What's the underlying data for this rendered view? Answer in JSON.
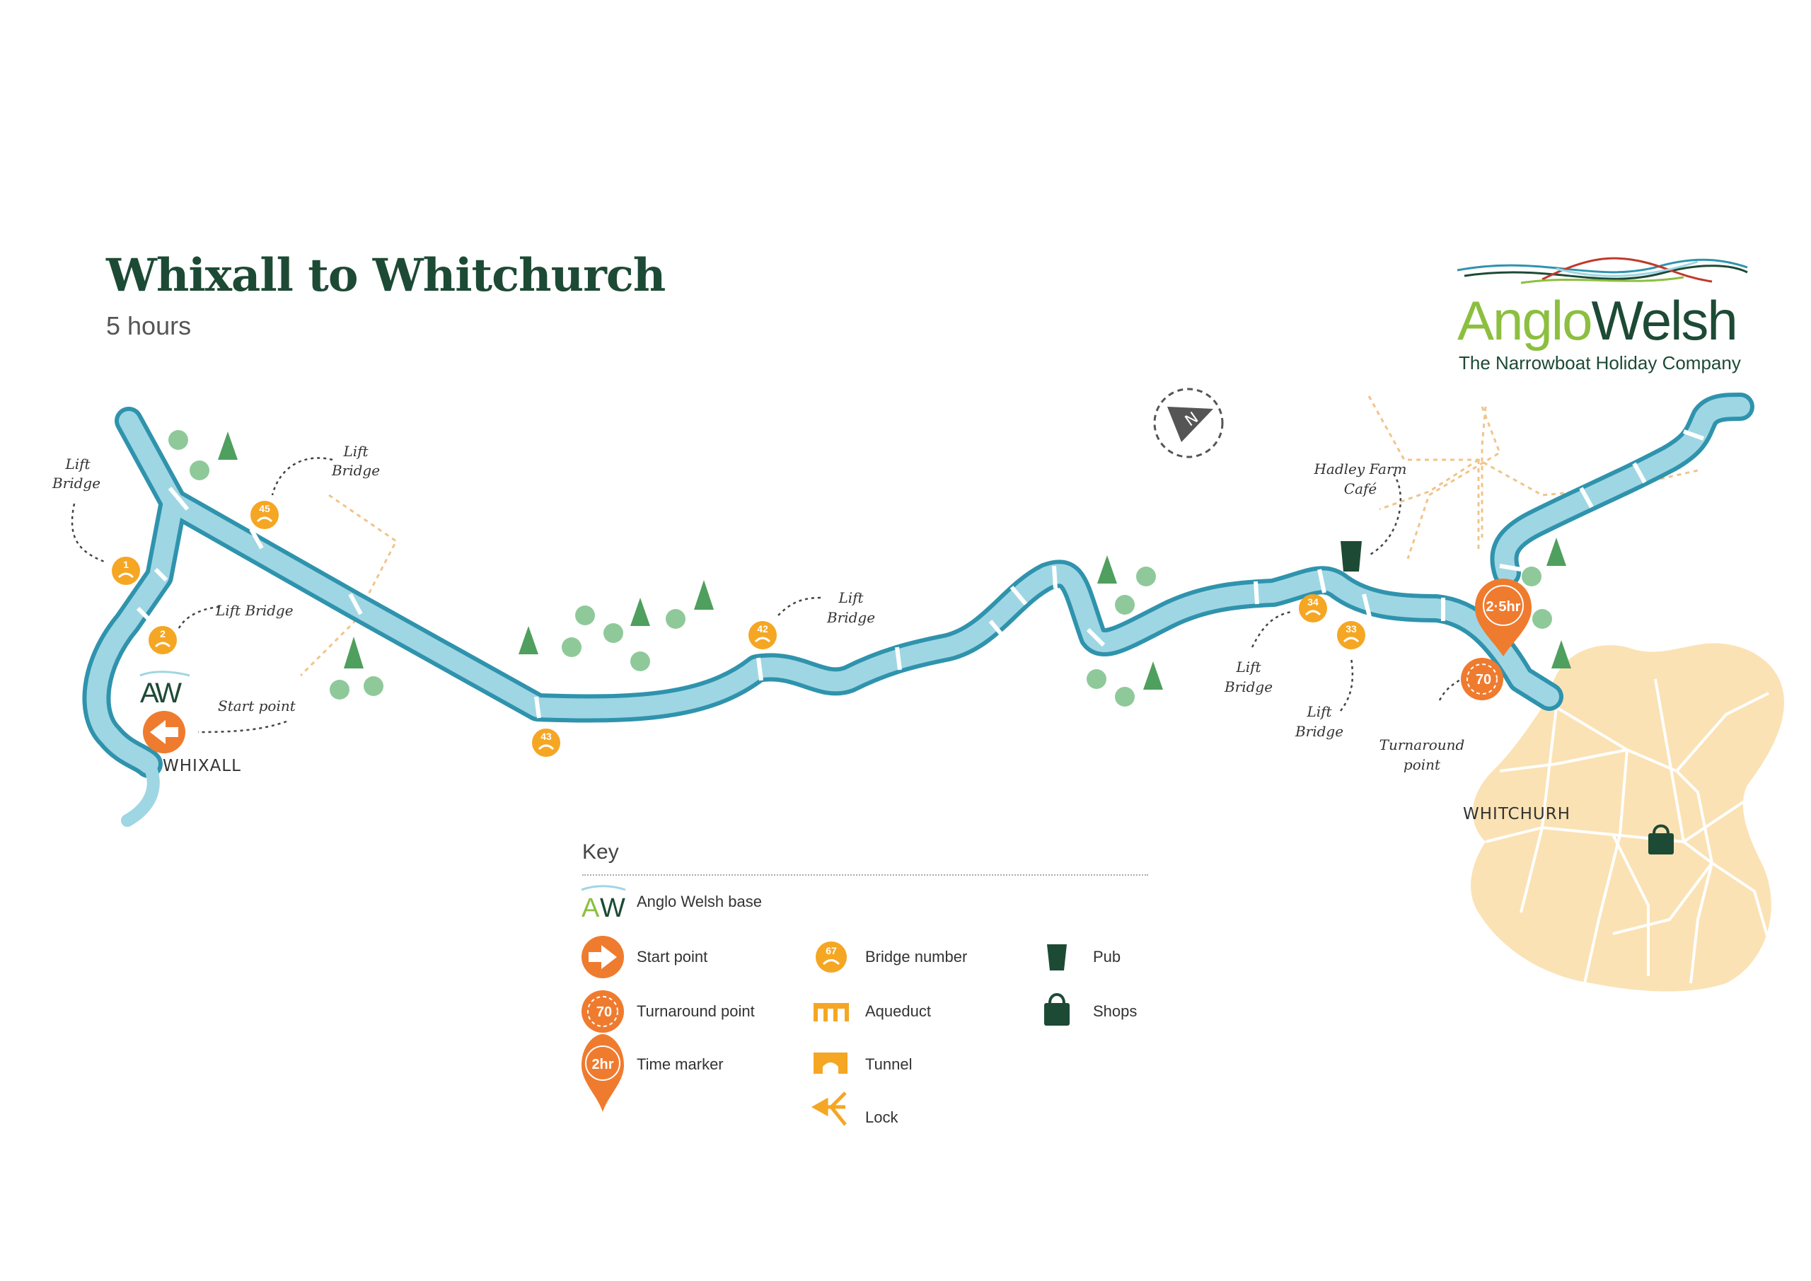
{
  "title": "Whixall to Whitchurch",
  "subtitle": "5 hours",
  "logo": {
    "brand_first": "Anglo",
    "brand_second": "Welsh",
    "tagline": "The Narrowboat Holiday Company"
  },
  "places": {
    "start_town": "WHIXALL",
    "end_town": "WHITCHURH",
    "base_mark": "AW"
  },
  "labels": {
    "lift_bridge_1": [
      "Lift",
      "Bridge"
    ],
    "lift_bridge_45": [
      "Lift",
      "Bridge"
    ],
    "lift_bridge_2": "Lift Bridge",
    "start_point": "Start point",
    "lift_bridge_42": [
      "Lift",
      "Bridge"
    ],
    "hadley": [
      "Hadley Farm",
      "Café"
    ],
    "lift_bridge_34": [
      "Lift",
      "Bridge"
    ],
    "lift_bridge_33": [
      "Lift",
      "Bridge"
    ],
    "turnaround": [
      "Turnaround",
      "point"
    ]
  },
  "bridges": [
    "1",
    "2",
    "45",
    "43",
    "42",
    "34",
    "33"
  ],
  "turnaround_number": "70",
  "time_marker": "2·5hr",
  "compass": "N",
  "key": {
    "title": "Key",
    "items": [
      {
        "label": "Anglo Welsh base",
        "icon": "aw-base-icon"
      },
      {
        "label": "Start point",
        "icon": "start-arrow-icon"
      },
      {
        "label": "Turnaround point",
        "icon": "turnaround-icon",
        "icon_text": "70"
      },
      {
        "label": "Time marker",
        "icon": "time-marker-icon",
        "icon_text": "2hr"
      },
      {
        "label": "Bridge number",
        "icon": "bridge-icon",
        "icon_text": "67"
      },
      {
        "label": "Aqueduct",
        "icon": "aqueduct-icon"
      },
      {
        "label": "Tunnel",
        "icon": "tunnel-icon"
      },
      {
        "label": "Lock",
        "icon": "lock-icon"
      },
      {
        "label": "Pub",
        "icon": "pub-glass-icon"
      },
      {
        "label": "Shops",
        "icon": "shop-bag-icon"
      }
    ]
  },
  "colors": {
    "canal": "#5bb4cc",
    "canal_outline": "#2f93ad",
    "orange": "#ef7b2f",
    "bridge": "#f5a623",
    "town": "#fbe2b4",
    "trees": "#8fc99a",
    "dark_green": "#1d4a35"
  }
}
